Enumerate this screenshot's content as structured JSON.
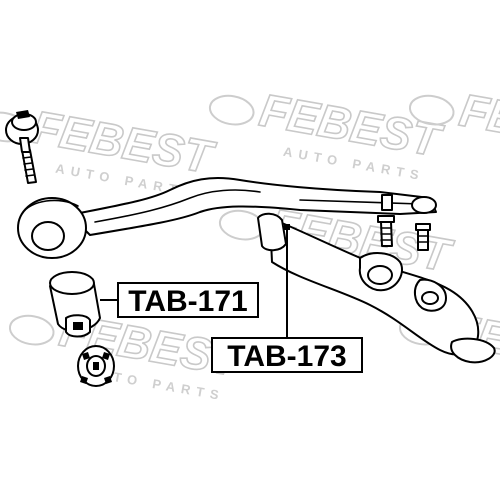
{
  "watermark": {
    "brand": "FEBEST",
    "sub": "AUTO PARTS"
  },
  "labels": {
    "tab171": "TAB-171",
    "tab173": "TAB-173"
  }
}
